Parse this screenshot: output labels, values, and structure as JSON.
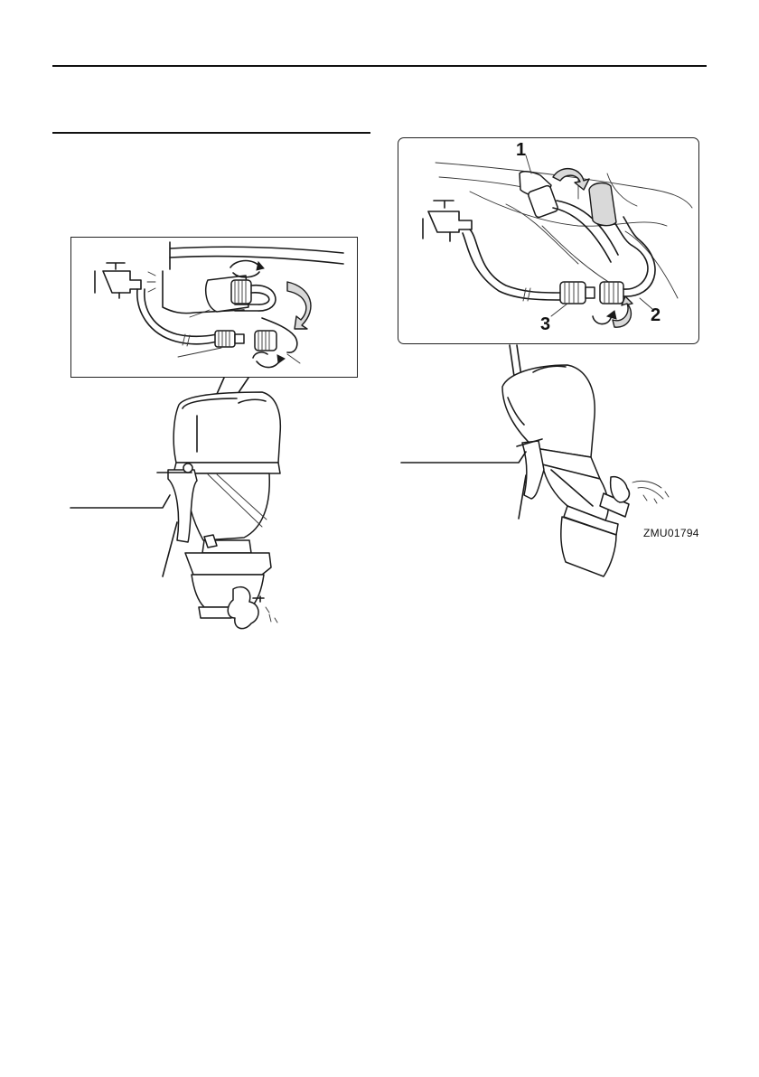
{
  "figure_right": {
    "callouts": [
      "1",
      "2",
      "3"
    ],
    "figure_code": "ZMU01794"
  },
  "icons": {
    "left_panel_art": "faucet-hose-flush-adapter-illustration",
    "left_engine_art": "outboard-motor-illustration",
    "right_panel_art": "faucet-hose-flush-connector-illustration",
    "right_engine_art": "tilted-outboard-motor-illustration",
    "rotate_arrows": "rotate-arrow-icon"
  }
}
